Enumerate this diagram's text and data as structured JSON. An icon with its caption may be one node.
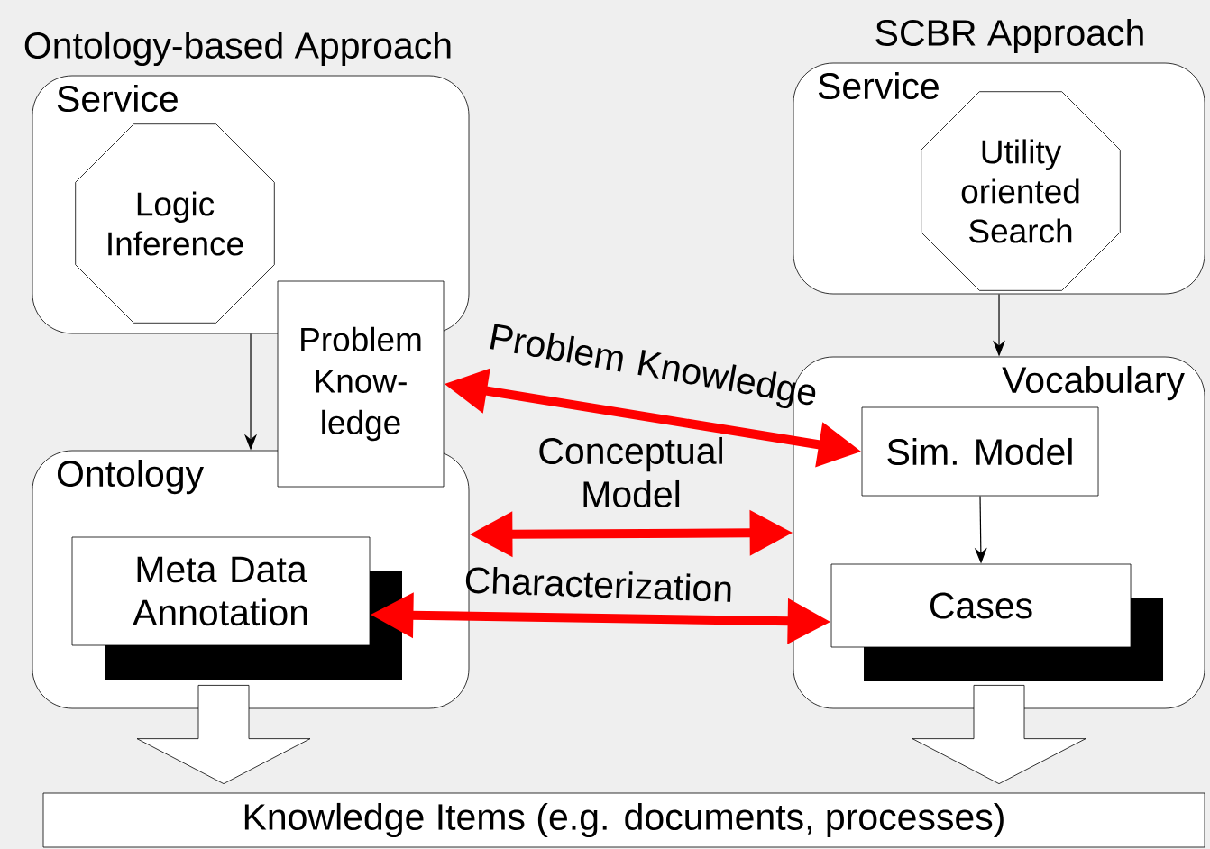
{
  "diagram": {
    "nodes": [
      {
        "text": [
          "Service"
        ]
      },
      {
        "text": [
          "Logic Inference"
        ],
        "in": 0
      },
      {
        "text": [
          "Problem Know- ledge"
        ]
      },
      {
        "text": [
          "Ontology"
        ]
      },
      {
        "text": [
          "Meta Data Annotation"
        ],
        "in": 3
      },
      {
        "text": [
          "Service"
        ]
      },
      {
        "text": [
          "Utility oriented Search"
        ],
        "in": 5
      },
      {
        "text": [
          "Vocabulary"
        ]
      },
      {
        "text": [
          "Sim. Model"
        ],
        "in": 7
      },
      {
        "text": [
          "Cases"
        ],
        "in": 7
      },
      {
        "text": [
          "Knowledge Items (e.g. documents, processes)"
        ]
      }
    ],
    "edges": [
      {
        "from": 0,
        "to": 3,
        "arrow": "to"
      },
      {
        "from": 5,
        "to": 7,
        "arrow": "to"
      },
      {
        "from": 2,
        "to": 8,
        "arrow": "both",
        "label": "Problem Knowledge",
        "style": "thick",
        "color": "#ff0000"
      },
      {
        "from": 3,
        "to": 7,
        "arrow": "both",
        "label": "Conceptual Model",
        "style": "thick",
        "color": "#ff0000"
      },
      {
        "from": 4,
        "to": 9,
        "arrow": "both",
        "label": "Characterization",
        "style": "thick",
        "color": "#ff0000"
      },
      {
        "from": 8,
        "to": 9,
        "arrow": "to"
      },
      {
        "from": 3,
        "to": 10,
        "arrow": "to",
        "style": "thick"
      },
      {
        "from": 7,
        "to": 10,
        "arrow": "to",
        "style": "thick"
      }
    ],
    "labels": [
      "Ontology-based Approach",
      "SCBR Approach"
    ]
  }
}
